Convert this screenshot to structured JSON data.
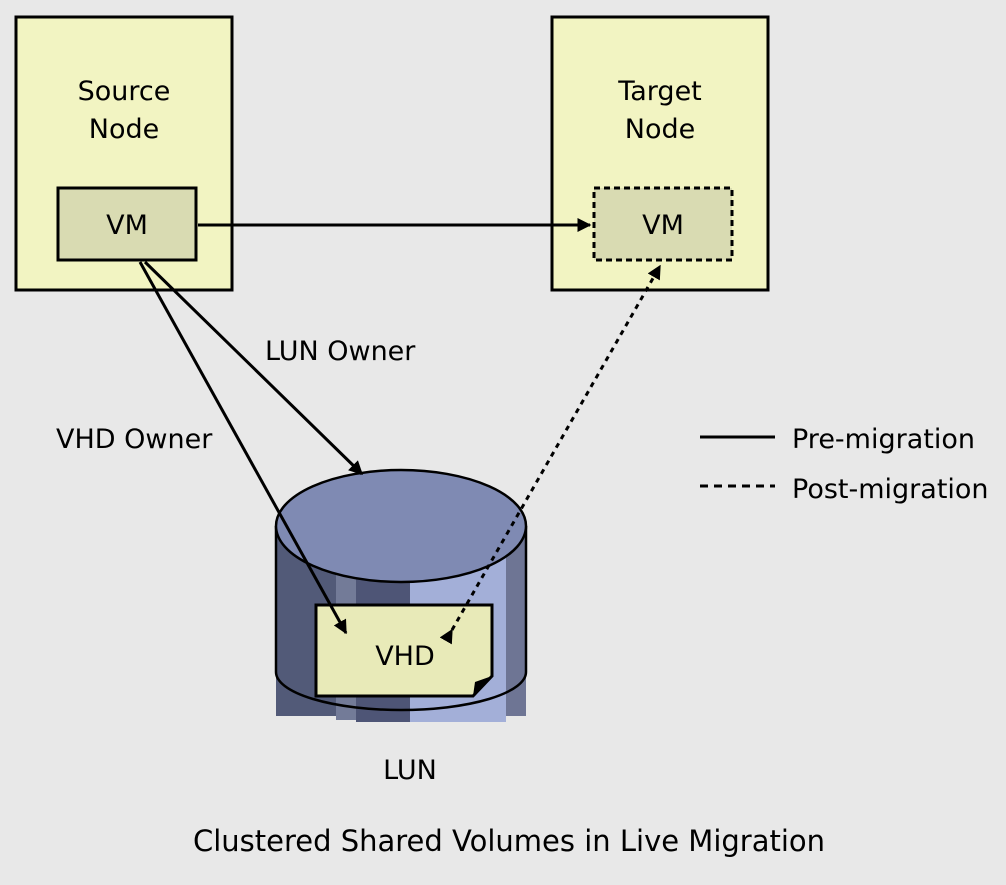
{
  "nodes": {
    "source": {
      "label_line1": "Source",
      "label_line2": "Node",
      "vm_label": "VM"
    },
    "target": {
      "label_line1": "Target",
      "label_line2": "Node",
      "vm_label": "VM"
    }
  },
  "storage": {
    "vhd_label": "VHD",
    "lun_label": "LUN"
  },
  "edges": {
    "lun_owner": "LUN Owner",
    "vhd_owner": "VHD Owner"
  },
  "legend": {
    "solid_label": "Pre-migration",
    "dashed_label": "Post-migration"
  },
  "caption": "Clustered Shared Volumes in Live Migration",
  "colors": {
    "background": "#e8e8e8",
    "node_fill": "#f2f4c2",
    "vm_fill": "#d9dbb2",
    "vhd_fill": "#e8eab8",
    "cylinder_top": "#7f8ab3",
    "cylinder_side": "#8a96c2"
  }
}
